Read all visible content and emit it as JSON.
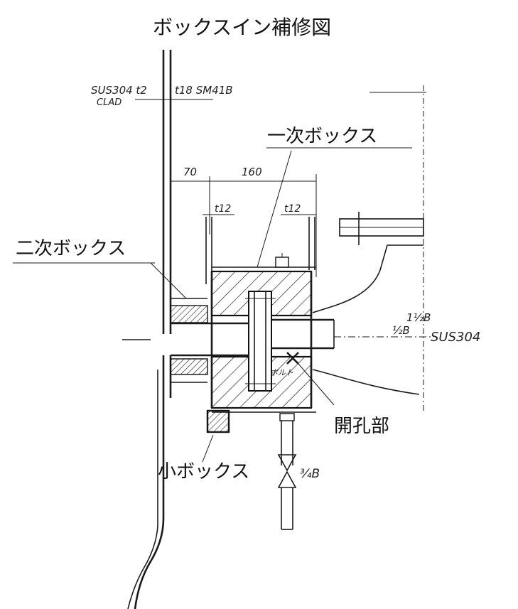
{
  "title": "ボックスイン補修図",
  "labels": {
    "primary_box": "一次ボックス",
    "secondary_box": "二次ボックス",
    "small_box": "小ボックス",
    "opening": "開孔部"
  },
  "annotations": {
    "wall_spec_left": "SUS304 t2",
    "wall_clad": "CLAD",
    "wall_spec_right": "t18 SM41B",
    "dim_70": "70",
    "dim_160": "160",
    "plate_t12_left": "t12",
    "plate_t12_right": "t12",
    "pipe_size_top": "1½B",
    "pipe_size_bottom": "½B",
    "pipe_material": "SUS304",
    "drain_size": "¾B",
    "bolt_note": "ボルト"
  }
}
